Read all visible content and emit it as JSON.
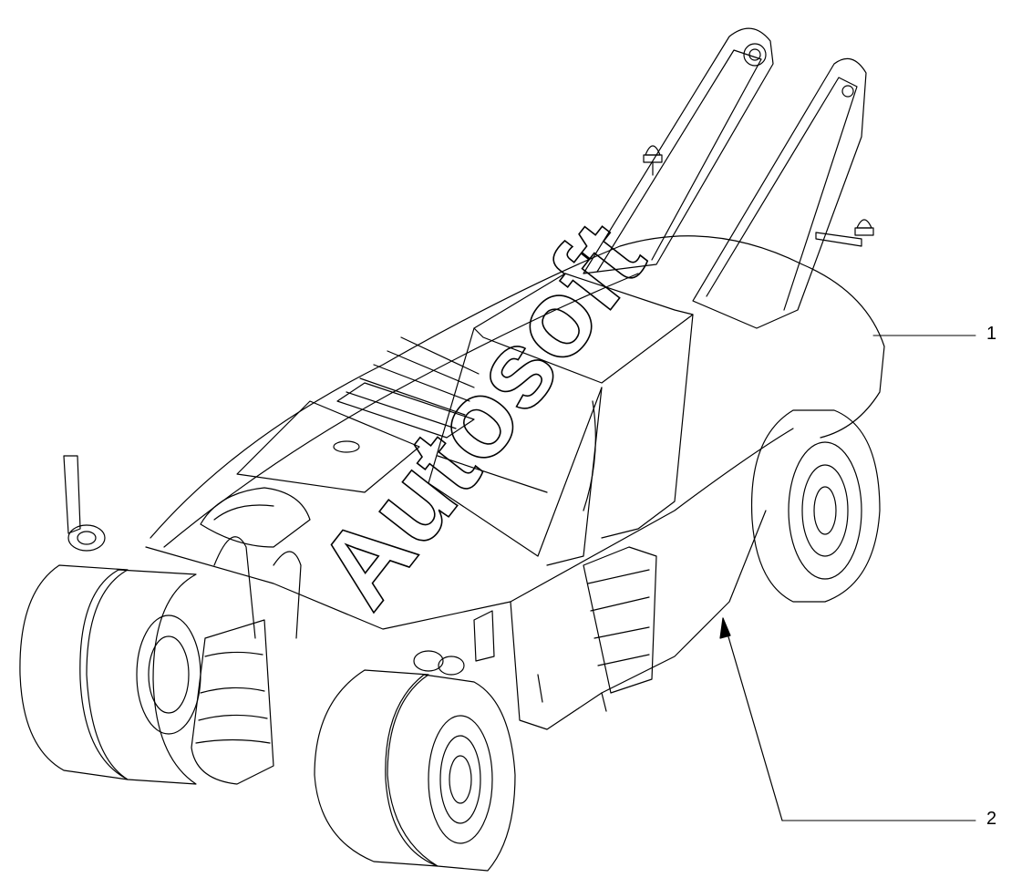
{
  "figure": {
    "watermark_text": "Autosoft",
    "callouts": [
      {
        "id": "1",
        "label": "1"
      },
      {
        "id": "2",
        "label": "2"
      }
    ],
    "colors": {
      "line": "#000000",
      "background": "#ffffff",
      "watermark": "#000000"
    }
  }
}
